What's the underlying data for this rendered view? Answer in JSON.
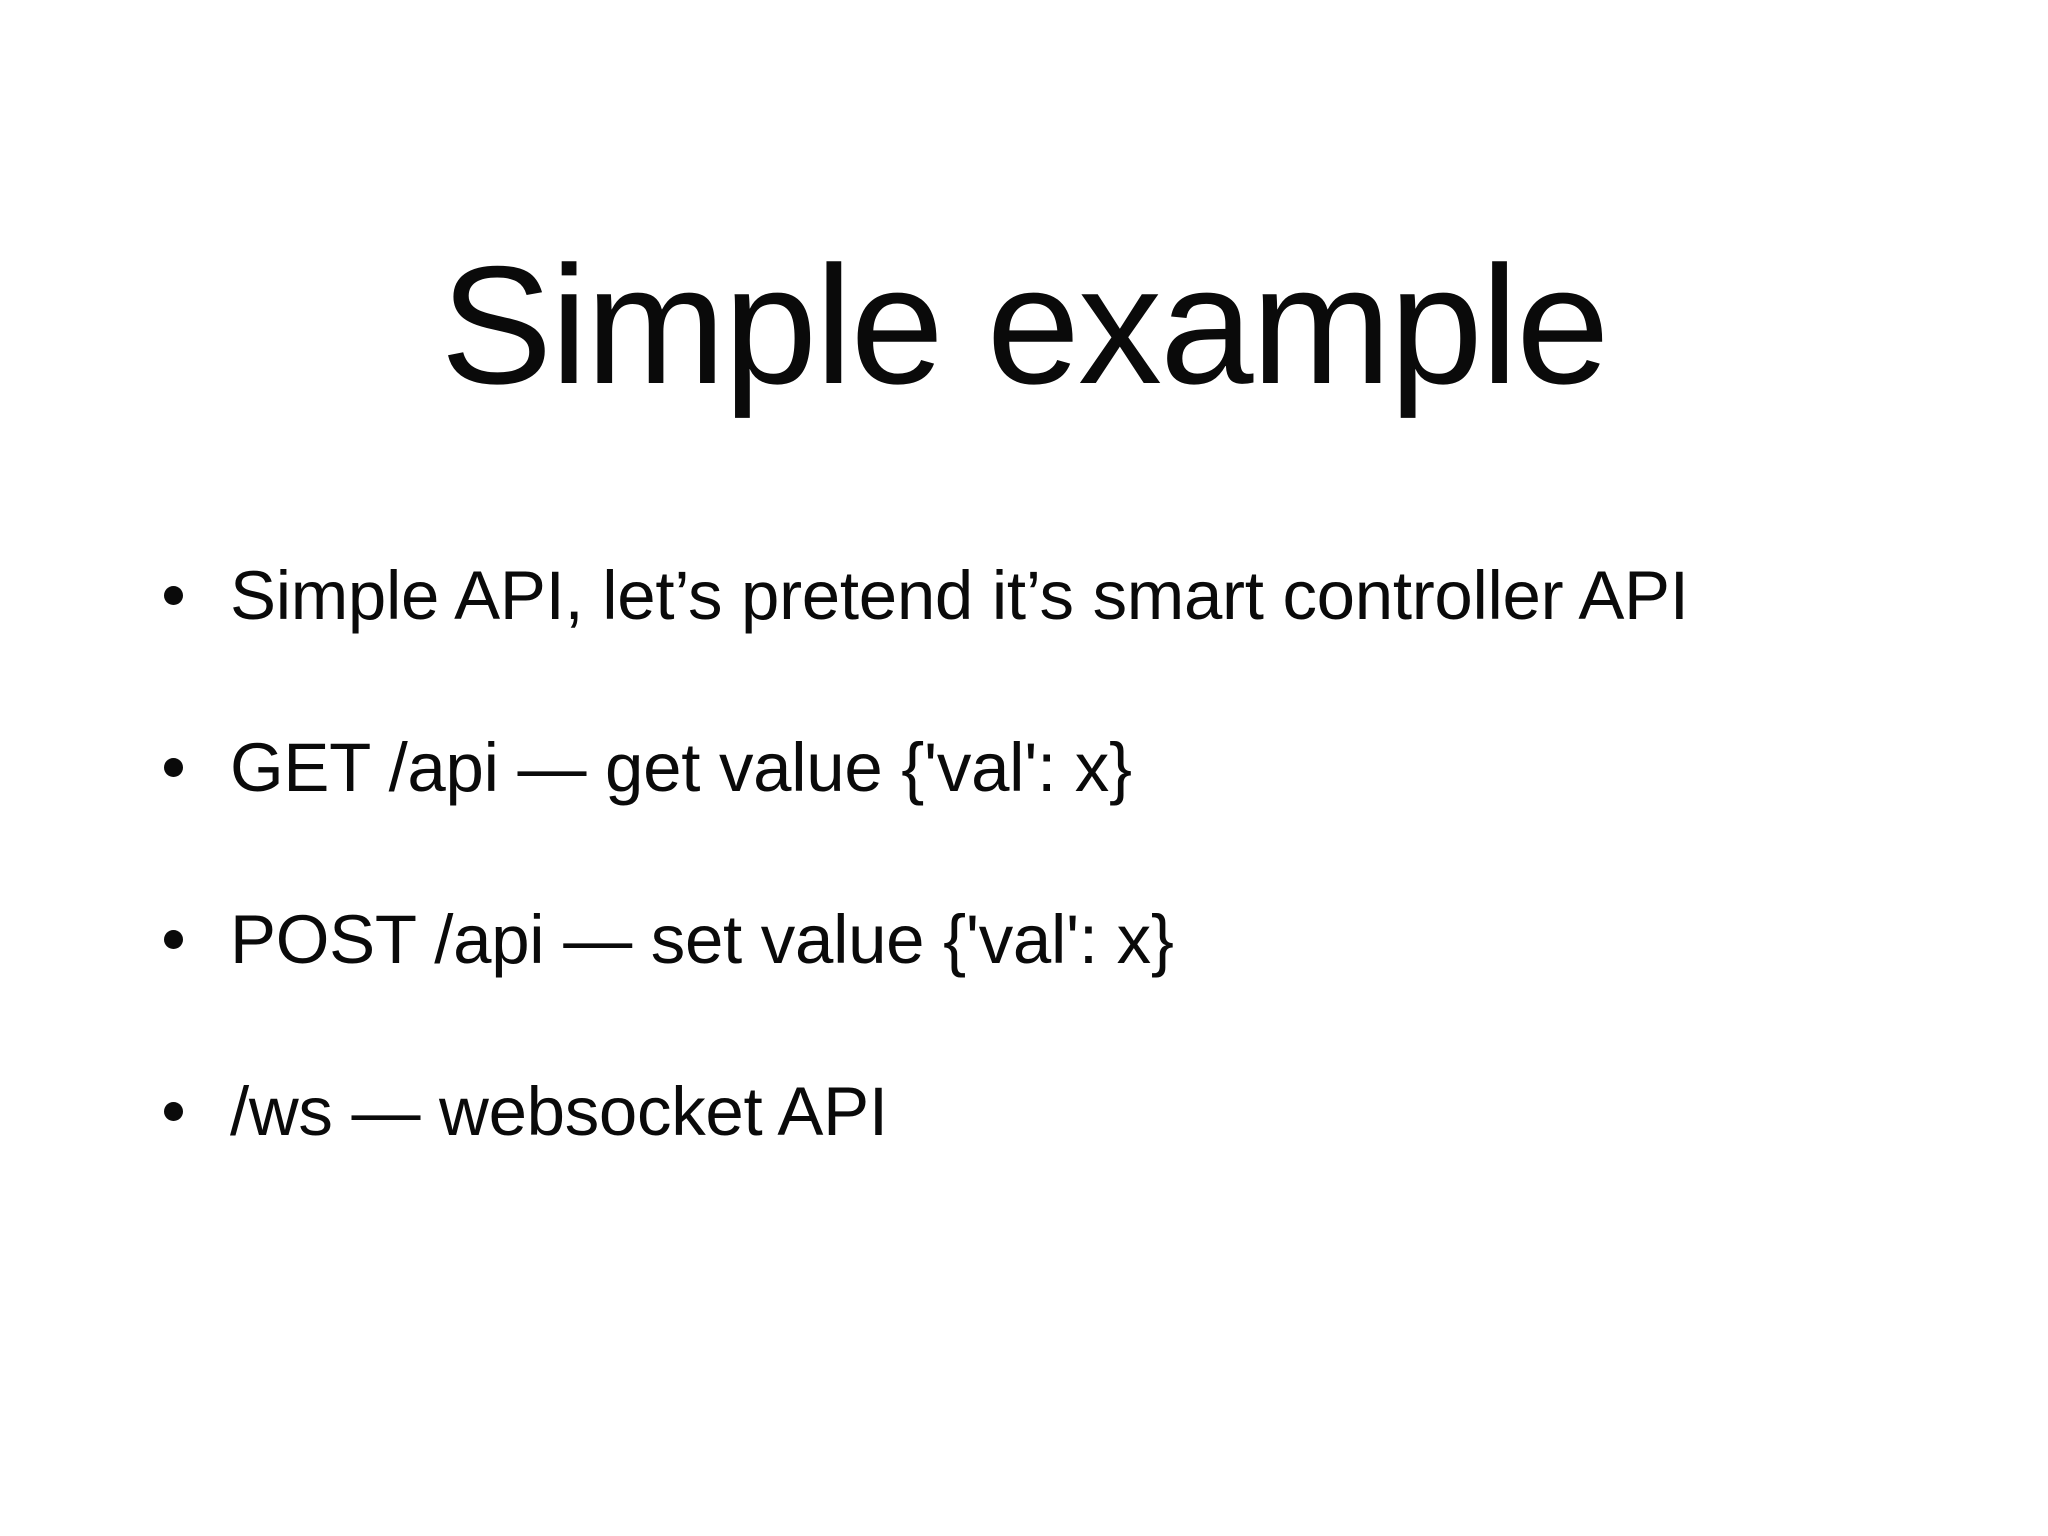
{
  "slide": {
    "title": "Simple example",
    "background_color": "#ffffff",
    "text_color": "#0a0a0a",
    "bullets": [
      {
        "text": "Simple API, let’s pretend it’s smart controller API"
      },
      {
        "text": "GET /api — get value {'val': x}"
      },
      {
        "text": "POST /api — set value {'val': x}"
      },
      {
        "text": "/ws — websocket API"
      }
    ]
  }
}
